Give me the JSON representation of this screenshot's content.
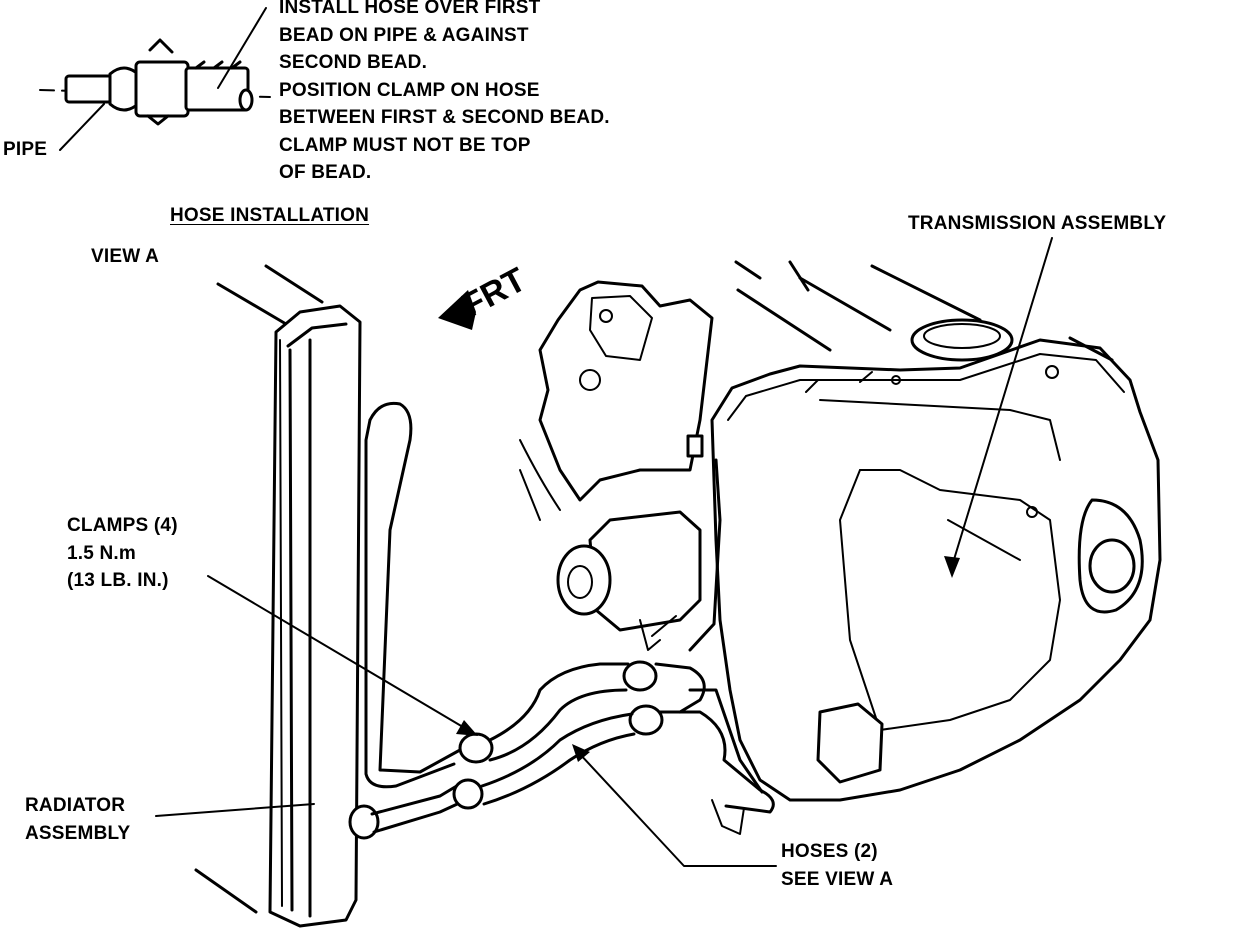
{
  "notes": {
    "install_lines": [
      "INSTALL HOSE OVER FIRST",
      "BEAD ON PIPE & AGAINST",
      "SECOND BEAD.",
      "POSITION CLAMP ON HOSE",
      "BETWEEN FIRST & SECOND BEAD.",
      "CLAMP MUST NOT BE TOP",
      "OF BEAD."
    ]
  },
  "labels": {
    "pipe": "PIPE",
    "hose_installation": "HOSE INSTALLATION",
    "view_a": "VIEW A",
    "front_indicator": "FRT",
    "transmission_assembly": "TRANSMISSION ASSEMBLY",
    "clamps": [
      "CLAMPS (4)",
      "1.5 N.m",
      "(13 LB. IN.)"
    ],
    "radiator_assembly": [
      "RADIATOR",
      "ASSEMBLY"
    ],
    "hoses": [
      "HOSES (2)",
      "SEE VIEW A"
    ]
  },
  "icons": {
    "front_arrow": "left-arrow-icon"
  }
}
